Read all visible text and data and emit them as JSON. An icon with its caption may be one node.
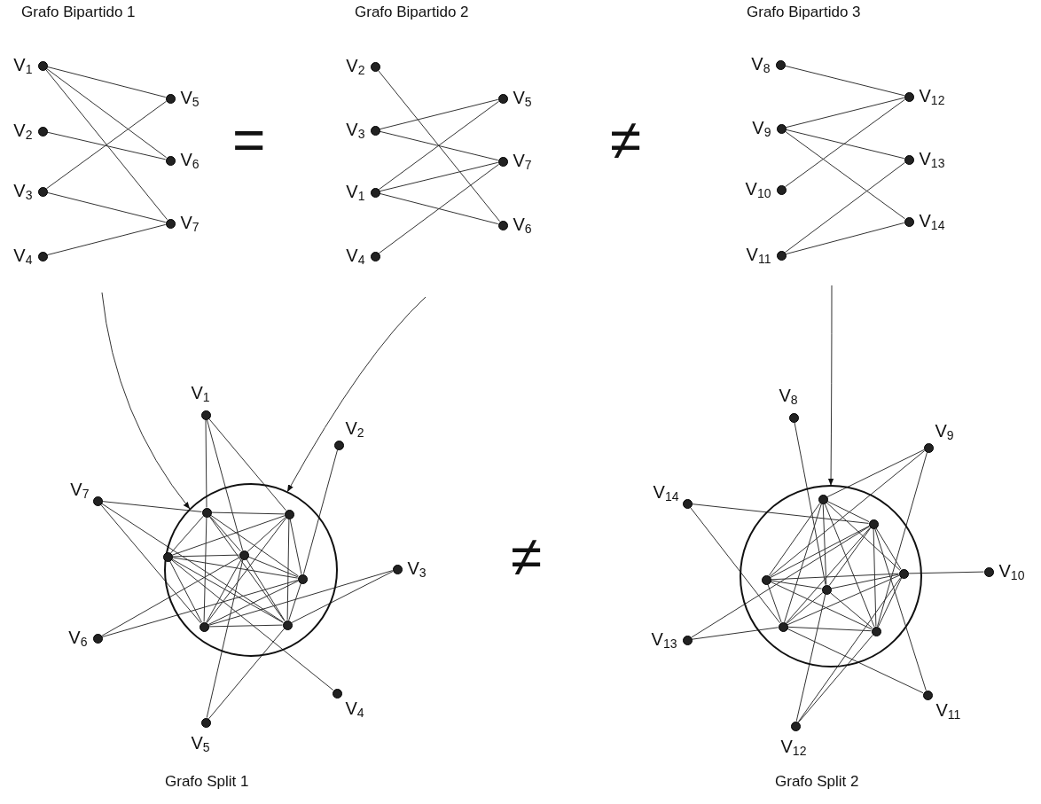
{
  "diagram": {
    "nodes": [
      {
        "text": [
          "V$_{1}$"
        ]
      },
      {
        "text": [
          "V$_{2}$"
        ]
      },
      {
        "text": [
          "V$_{3}$"
        ]
      },
      {
        "text": [
          "V$_{4}$"
        ]
      },
      {
        "text": [
          "V$_{5}$"
        ]
      },
      {
        "text": [
          "V$_{6}$"
        ]
      },
      {
        "text": [
          "V$_{7}$"
        ]
      },
      {
        "text": [
          "V$_{2}$"
        ]
      },
      {
        "text": [
          "V$_{3}$"
        ]
      },
      {
        "text": [
          "V$_{1}$"
        ]
      },
      {
        "text": [
          "V$_{4}$"
        ]
      },
      {
        "text": [
          "V$_{5}$"
        ]
      },
      {
        "text": [
          "V$_{7}$"
        ]
      },
      {
        "text": [
          "V$_{6}$"
        ]
      },
      {
        "text": [
          "V$_{8}$"
        ]
      },
      {
        "text": [
          "V$_{9}$"
        ]
      },
      {
        "text": [
          "V$_{10}$"
        ]
      },
      {
        "text": [
          "V$_{11}$"
        ]
      },
      {
        "text": [
          "V$_{12}$"
        ]
      },
      {
        "text": [
          "V$_{13}$"
        ]
      },
      {
        "text": [
          "V$_{14}$"
        ]
      },
      {
        "text": [
          "V$_{1}$"
        ]
      },
      {
        "text": [
          "V$_{2}$"
        ]
      },
      {
        "text": [
          "V$_{7}$"
        ]
      },
      {
        "text": [],
        "shape": "circle"
      },
      {
        "text": [],
        "shape": "circle",
        "in": 24
      },
      {
        "text": [],
        "shape": "circle",
        "in": 24
      },
      {
        "text": [],
        "shape": "circle",
        "in": 24
      },
      {
        "text": [],
        "shape": "circle",
        "in": 24
      },
      {
        "text": [],
        "shape": "circle",
        "in": 24
      },
      {
        "text": [],
        "shape": "circle",
        "in": 24
      },
      {
        "text": [],
        "shape": "circle",
        "in": 24
      },
      {
        "text": [
          "V$_{3}$"
        ]
      },
      {
        "text": [
          "V$_{6}$"
        ]
      },
      {
        "text": [
          "V$_{4}$"
        ]
      },
      {
        "text": [
          "V$_{5}$"
        ]
      },
      {
        "text": [
          "V$_{8}$"
        ]
      },
      {
        "text": [
          "V$_{9}$"
        ]
      },
      {
        "text": [
          "V$_{14}$"
        ]
      },
      {
        "text": [],
        "shape": "circle"
      },
      {
        "text": [],
        "shape": "circle",
        "in": 39
      },
      {
        "text": [],
        "shape": "circle",
        "in": 39
      },
      {
        "text": [],
        "shape": "circle",
        "in": 39
      },
      {
        "text": [],
        "shape": "circle",
        "in": 39
      },
      {
        "text": [],
        "shape": "circle",
        "in": 39
      },
      {
        "text": [],
        "shape": "circle",
        "in": 39
      },
      {
        "text": [],
        "shape": "circle",
        "in": 39
      },
      {
        "text": [
          "V$_{10}$"
        ]
      },
      {
        "text": [
          "V$_{13}$"
        ]
      },
      {
        "text": [
          "V$_{11}$"
        ]
      },
      {
        "text": [
          "V$_{12}$"
        ]
      }
    ],
    "edges": [
      {
        "from": 0,
        "to": 4,
        "arrow": "none"
      },
      {
        "from": 0,
        "to": 5,
        "arrow": "none"
      },
      {
        "from": 0,
        "to": 6,
        "arrow": "none"
      },
      {
        "from": 1,
        "to": 5,
        "arrow": "none"
      },
      {
        "from": 2,
        "to": 4,
        "arrow": "none"
      },
      {
        "from": 2,
        "to": 6,
        "arrow": "none"
      },
      {
        "from": 3,
        "to": 6,
        "arrow": "none"
      },
      {
        "from": 7,
        "to": 13,
        "arrow": "none"
      },
      {
        "from": 8,
        "to": 11,
        "arrow": "none"
      },
      {
        "from": 8,
        "to": 12,
        "arrow": "none"
      },
      {
        "from": 9,
        "to": 11,
        "arrow": "none"
      },
      {
        "from": 9,
        "to": 12,
        "arrow": "none"
      },
      {
        "from": 9,
        "to": 13,
        "arrow": "none"
      },
      {
        "from": 10,
        "to": 12,
        "arrow": "none"
      },
      {
        "from": 14,
        "to": 18,
        "arrow": "none"
      },
      {
        "from": 15,
        "to": 18,
        "arrow": "none"
      },
      {
        "from": 15,
        "to": 19,
        "arrow": "none"
      },
      {
        "from": 15,
        "to": 20,
        "arrow": "none"
      },
      {
        "from": 16,
        "to": 18,
        "arrow": "none"
      },
      {
        "from": 17,
        "to": 19,
        "arrow": "none"
      },
      {
        "from": 17,
        "to": 20,
        "arrow": "none"
      },
      {
        "from": 25,
        "to": 26,
        "arrow": "none"
      },
      {
        "from": 25,
        "to": 27,
        "arrow": "none"
      },
      {
        "from": 25,
        "to": 28,
        "arrow": "none"
      },
      {
        "from": 25,
        "to": 29,
        "arrow": "none"
      },
      {
        "from": 25,
        "to": 30,
        "arrow": "none"
      },
      {
        "from": 25,
        "to": 31,
        "arrow": "none"
      },
      {
        "from": 26,
        "to": 27,
        "arrow": "none"
      },
      {
        "from": 26,
        "to": 28,
        "arrow": "none"
      },
      {
        "from": 26,
        "to": 29,
        "arrow": "none"
      },
      {
        "from": 26,
        "to": 30,
        "arrow": "none"
      },
      {
        "from": 26,
        "to": 31,
        "arrow": "none"
      },
      {
        "from": 27,
        "to": 28,
        "arrow": "none"
      },
      {
        "from": 27,
        "to": 29,
        "arrow": "none"
      },
      {
        "from": 27,
        "to": 30,
        "arrow": "none"
      },
      {
        "from": 27,
        "to": 31,
        "arrow": "none"
      },
      {
        "from": 28,
        "to": 29,
        "arrow": "none"
      },
      {
        "from": 28,
        "to": 30,
        "arrow": "none"
      },
      {
        "from": 28,
        "to": 31,
        "arrow": "none"
      },
      {
        "from": 29,
        "to": 30,
        "arrow": "none"
      },
      {
        "from": 29,
        "to": 31,
        "arrow": "none"
      },
      {
        "from": 30,
        "to": 31,
        "arrow": "none"
      },
      {
        "from": 21,
        "to": 25,
        "arrow": "none"
      },
      {
        "from": 21,
        "to": 28,
        "arrow": "none"
      },
      {
        "from": 21,
        "to": 26,
        "arrow": "none"
      },
      {
        "from": 22,
        "to": 29,
        "arrow": "none"
      },
      {
        "from": 23,
        "to": 25,
        "arrow": "none"
      },
      {
        "from": 23,
        "to": 30,
        "arrow": "none"
      },
      {
        "from": 23,
        "to": 31,
        "arrow": "none"
      },
      {
        "from": 32,
        "to": 30,
        "arrow": "none"
      },
      {
        "from": 32,
        "to": 31,
        "arrow": "none"
      },
      {
        "from": 33,
        "to": 29,
        "arrow": "none"
      },
      {
        "from": 33,
        "to": 28,
        "arrow": "none"
      },
      {
        "from": 34,
        "to": 27,
        "arrow": "none"
      },
      {
        "from": 35,
        "to": 28,
        "arrow": "none"
      },
      {
        "from": 35,
        "to": 31,
        "arrow": "none"
      },
      {
        "from": 40,
        "to": 41,
        "arrow": "none"
      },
      {
        "from": 40,
        "to": 42,
        "arrow": "none"
      },
      {
        "from": 40,
        "to": 43,
        "arrow": "none"
      },
      {
        "from": 40,
        "to": 44,
        "arrow": "none"
      },
      {
        "from": 40,
        "to": 45,
        "arrow": "none"
      },
      {
        "from": 40,
        "to": 46,
        "arrow": "none"
      },
      {
        "from": 41,
        "to": 42,
        "arrow": "none"
      },
      {
        "from": 41,
        "to": 43,
        "arrow": "none"
      },
      {
        "from": 41,
        "to": 44,
        "arrow": "none"
      },
      {
        "from": 41,
        "to": 45,
        "arrow": "none"
      },
      {
        "from": 41,
        "to": 46,
        "arrow": "none"
      },
      {
        "from": 42,
        "to": 43,
        "arrow": "none"
      },
      {
        "from": 42,
        "to": 44,
        "arrow": "none"
      },
      {
        "from": 42,
        "to": 45,
        "arrow": "none"
      },
      {
        "from": 42,
        "to": 46,
        "arrow": "none"
      },
      {
        "from": 43,
        "to": 44,
        "arrow": "none"
      },
      {
        "from": 43,
        "to": 45,
        "arrow": "none"
      },
      {
        "from": 43,
        "to": 46,
        "arrow": "none"
      },
      {
        "from": 44,
        "to": 45,
        "arrow": "none"
      },
      {
        "from": 44,
        "to": 46,
        "arrow": "none"
      },
      {
        "from": 45,
        "to": 46,
        "arrow": "none"
      },
      {
        "from": 36,
        "to": 43,
        "arrow": "none"
      },
      {
        "from": 37,
        "to": 40,
        "arrow": "none"
      },
      {
        "from": 37,
        "to": 42,
        "arrow": "none"
      },
      {
        "from": 37,
        "to": 46,
        "arrow": "none"
      },
      {
        "from": 38,
        "to": 41,
        "arrow": "none"
      },
      {
        "from": 38,
        "to": 45,
        "arrow": "none"
      },
      {
        "from": 47,
        "to": 44,
        "arrow": "none"
      },
      {
        "from": 48,
        "to": 41,
        "arrow": "none"
      },
      {
        "from": 48,
        "to": 45,
        "arrow": "none"
      },
      {
        "from": 49,
        "to": 41,
        "arrow": "none"
      },
      {
        "from": 49,
        "to": 45,
        "arrow": "none"
      },
      {
        "from": 50,
        "to": 43,
        "arrow": "none"
      },
      {
        "from": 50,
        "to": 44,
        "arrow": "none"
      },
      {
        "from": 50,
        "to": 46,
        "arrow": "none"
      },
      {
        "from": null,
        "to": 24,
        "arrow": "to"
      },
      {
        "from": null,
        "to": 24,
        "arrow": "to"
      },
      {
        "from": null,
        "to": 39,
        "arrow": "to"
      }
    ],
    "labels": [
      "Grafo Bipartido 1",
      "Grafo Bipartido 2",
      "Grafo Bipartido 3",
      "=",
      "≠",
      "≠",
      "Grafo Split 1",
      "Grafo Split 2"
    ]
  }
}
